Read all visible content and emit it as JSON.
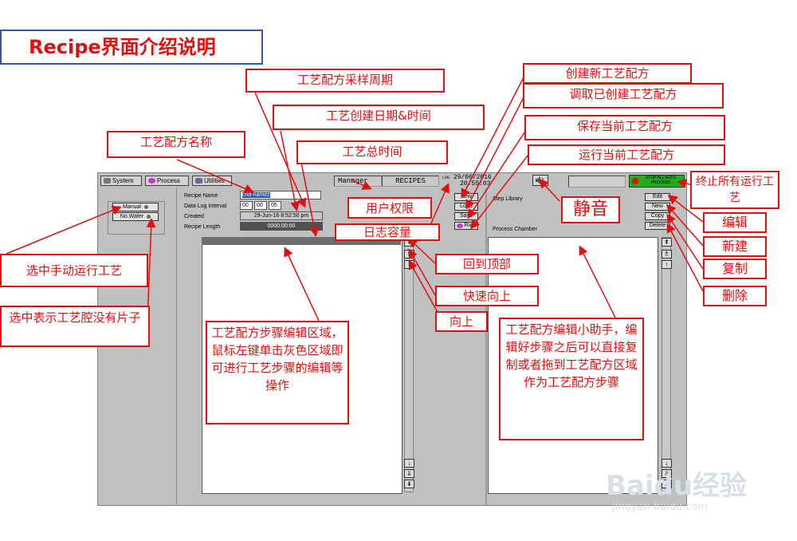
{
  "slide": {
    "title": "Recipe界面介绍说明"
  },
  "toolbar": {
    "system": "System",
    "process": "Process",
    "utilities": "Utilities",
    "user": "Manager",
    "screen": "RECIPES",
    "log_label": "LOG",
    "date": "29/06/2016",
    "time": "20:55:03",
    "stop_all": "STOP ALL AUTO PROCESS"
  },
  "left": {
    "manual": "Manual",
    "no_wafer": "No.Wafer"
  },
  "recipe": {
    "name_label": "Recipe Name",
    "name_value": "cnd-namez",
    "interval_label": "Data Log Interval",
    "interval_h": "00",
    "interval_m": "00",
    "interval_s": "05",
    "created_label": "Created",
    "created_value": "29-Jun-16  8:52:50 pm",
    "length_label": "Recipe Length",
    "length_value": "0000:00:00"
  },
  "mid_buttons": {
    "new": "New",
    "load": "Load",
    "save": "Save",
    "run": "Run"
  },
  "right": {
    "step_library": "Step Library",
    "process_chamber": "Process Chamber",
    "edit": "Edit",
    "new": "New",
    "copy": "Copy",
    "delete": "Delete"
  },
  "callouts": {
    "sample_period": "工艺配方采样周期",
    "create_datetime": "工艺创建日期&时间",
    "recipe_name": "工艺配方名称",
    "total_time": "工艺总时间",
    "user_rights": "用户权限",
    "log_capacity": "日志容量",
    "new_recipe": "创建新工艺配方",
    "load_recipe": "调取已创建工艺配方",
    "save_recipe": "保存当前工艺配方",
    "run_recipe": "运行当前工艺配方",
    "mute": "静音",
    "stop_all": "终止所有运行工艺",
    "edit": "编辑",
    "new": "新建",
    "copy": "复制",
    "delete": "删除",
    "manual_run": "选中手动运行工艺",
    "no_wafer": "选中表示工艺腔没有片子",
    "to_top": "回到顶部",
    "fast_up": "快速向上",
    "up": "向上",
    "editor_area": "工艺配方步骤编辑区域，鼠标左键单击灰色区域即可进行工艺步骤的编辑等操作",
    "helper": "工艺配方编辑小助手，编辑好步骤之后可以直接复制或者拖到工艺配方区域作为工艺配方步骤"
  },
  "watermark": {
    "brand": "Baidu经验",
    "url": "jingyan.baidu.com"
  },
  "colors": {
    "accent": "#e01010",
    "title_border": "#3355aa",
    "app_bg": "#c0c0c0",
    "stop_button": "#22aa22"
  }
}
